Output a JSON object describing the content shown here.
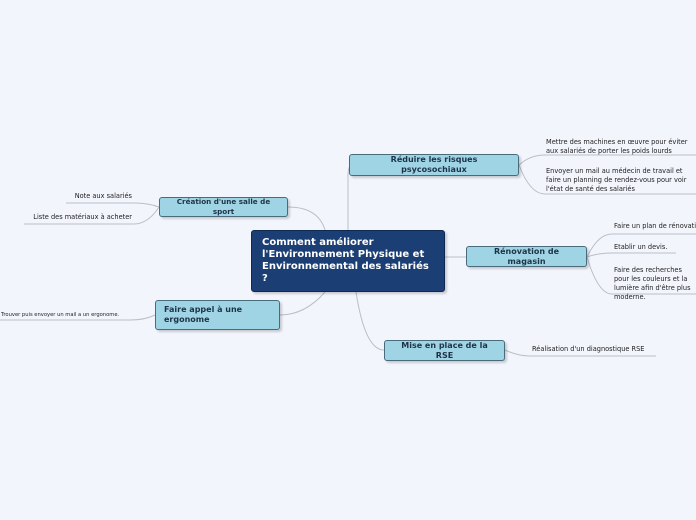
{
  "central": {
    "title": "Comment améliorer l'Environnement Physique et Environnemental des salariés ?"
  },
  "branches": {
    "risques": {
      "label": "Réduire les risques psycosochiaux",
      "leaves": [
        "Mettre des machines en œuvre pour éviter aux salariés de porter les poids lourds",
        "Envoyer un mail au médecin de travail et faire un planning de rendez-vous pour voir l'état de santé des salariés"
      ]
    },
    "renovation": {
      "label": "Rénovation de magasin",
      "leaves": [
        "Faire un plan de rénovation",
        "Etablir un devis.",
        "Faire des recherches pour les couleurs et la lumière afin d'être plus moderne."
      ]
    },
    "rse": {
      "label": "Mise en place de la RSE",
      "leaves": [
        "Réalisation d'un diagnostique RSE"
      ]
    },
    "sport": {
      "label": "Création d'une salle de sport",
      "leaves": [
        "Note aux salariés",
        "Liste des matériaux à acheter"
      ]
    },
    "ergonome": {
      "label": "Faire appel à une ergonome",
      "leaves": [
        "Trouver puis envoyer un mail a un ergonome."
      ]
    }
  },
  "colors": {
    "background": "#f3f5fd",
    "central_fill": "#1b3f74",
    "branch_fill": "#9fd4e4",
    "connector": "#b9bfc8"
  }
}
